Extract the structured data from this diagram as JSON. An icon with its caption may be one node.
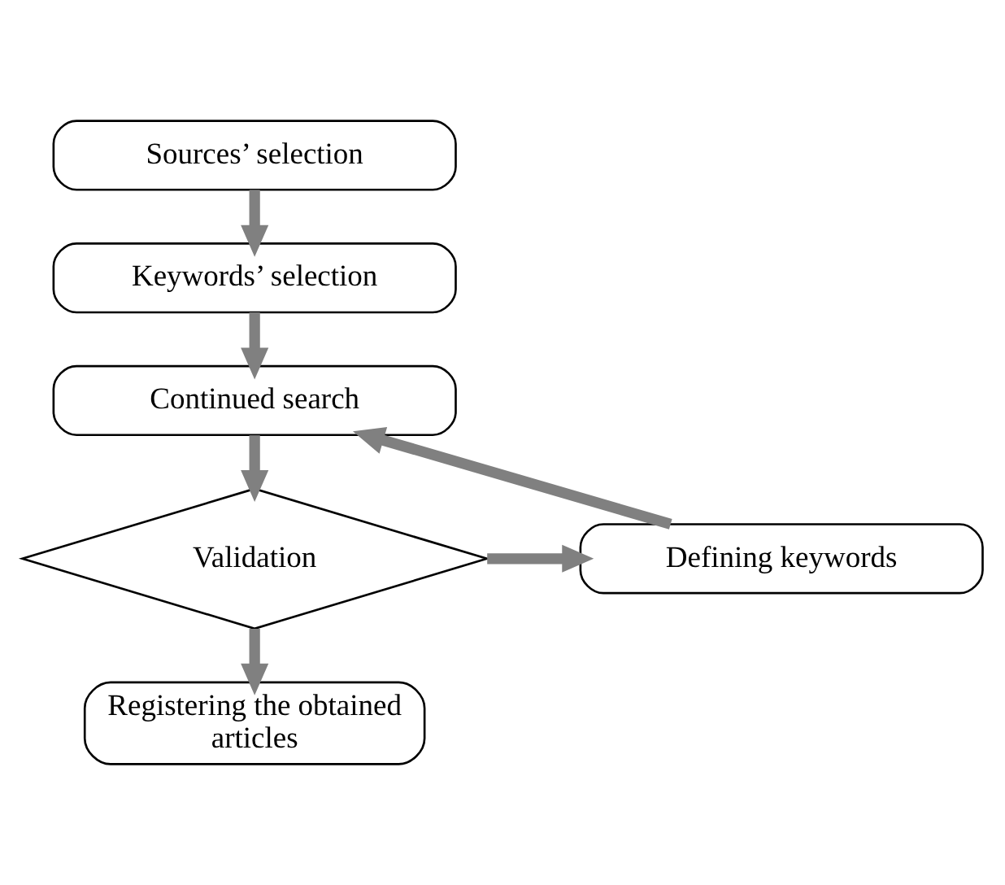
{
  "diagram": {
    "nodes": [
      {
        "text": [
          "Sources’ selection"
        ]
      },
      {
        "text": [
          "Keywords’ selection"
        ]
      },
      {
        "text": [
          "Continued search"
        ]
      },
      {
        "text": [
          "Validation"
        ]
      },
      {
        "text": [
          "Defining keywords"
        ]
      },
      {
        "text": [
          "Registering the obtained articles"
        ]
      }
    ],
    "edges": [
      {
        "from": 0,
        "to": 1,
        "arrow": "to"
      },
      {
        "from": 1,
        "to": 2,
        "arrow": "to"
      },
      {
        "from": 2,
        "to": 3,
        "arrow": "to"
      },
      {
        "from": 3,
        "to": 4,
        "arrow": "to"
      },
      {
        "from": 4,
        "to": 2,
        "arrow": "to"
      },
      {
        "from": 3,
        "to": 5,
        "arrow": "to"
      }
    ]
  }
}
